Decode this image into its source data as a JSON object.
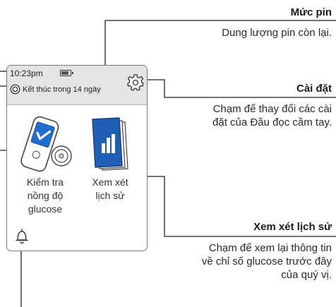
{
  "annotations": {
    "battery": {
      "title": "Mức pin",
      "desc": "Dung lượng pin còn lại."
    },
    "settings": {
      "title": "Cài đặt",
      "desc_lines": [
        "Chạm để thay đổi các cài",
        "đặt của Đầu đọc cầm tay."
      ]
    },
    "history": {
      "title": "Xem xét lịch sử",
      "desc_lines": [
        "Chạm để xem lại thông tin",
        "về chỉ số glucose trước đây",
        "của quý vị."
      ]
    }
  },
  "device": {
    "time": "10:23pm",
    "battery_level": 0.8,
    "sensor_status": "Kết thúc trong 14 ngày",
    "check_glucose": {
      "label_lines": [
        "Kiểm tra",
        "nồng độ",
        "glucose"
      ]
    },
    "review_history": {
      "label_lines": [
        "Xem xét",
        "lịch sử"
      ]
    }
  },
  "colors": {
    "meter_blue": "#1f6fd1",
    "book_blue": "#1f5fb5",
    "status_bar": "#e4e4e4",
    "line": "#222222"
  },
  "icons": {
    "battery": "battery-icon",
    "sensor": "sensor-icon",
    "settings": "gear-icon",
    "meter": "meter-device-icon",
    "logbook": "logbook-icon",
    "alarm": "bell-icon"
  }
}
